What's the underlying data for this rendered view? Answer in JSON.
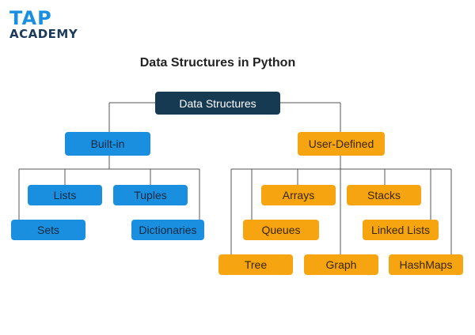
{
  "logo": {
    "line1": "TAP",
    "line2": "ACADEMY"
  },
  "title": "Data Structures in Python",
  "colors": {
    "root": "#163a52",
    "builtin": "#1a8fe0",
    "user_defined": "#f6a410"
  },
  "tree": {
    "root": "Data Structures",
    "builtin": {
      "label": "Built-in",
      "children": [
        "Lists",
        "Tuples",
        "Sets",
        "Dictionaries"
      ]
    },
    "user_defined": {
      "label": "User-Defined",
      "children": [
        "Arrays",
        "Stacks",
        "Queues",
        "Linked Lists",
        "Tree",
        "Graph",
        "HashMaps"
      ]
    }
  }
}
